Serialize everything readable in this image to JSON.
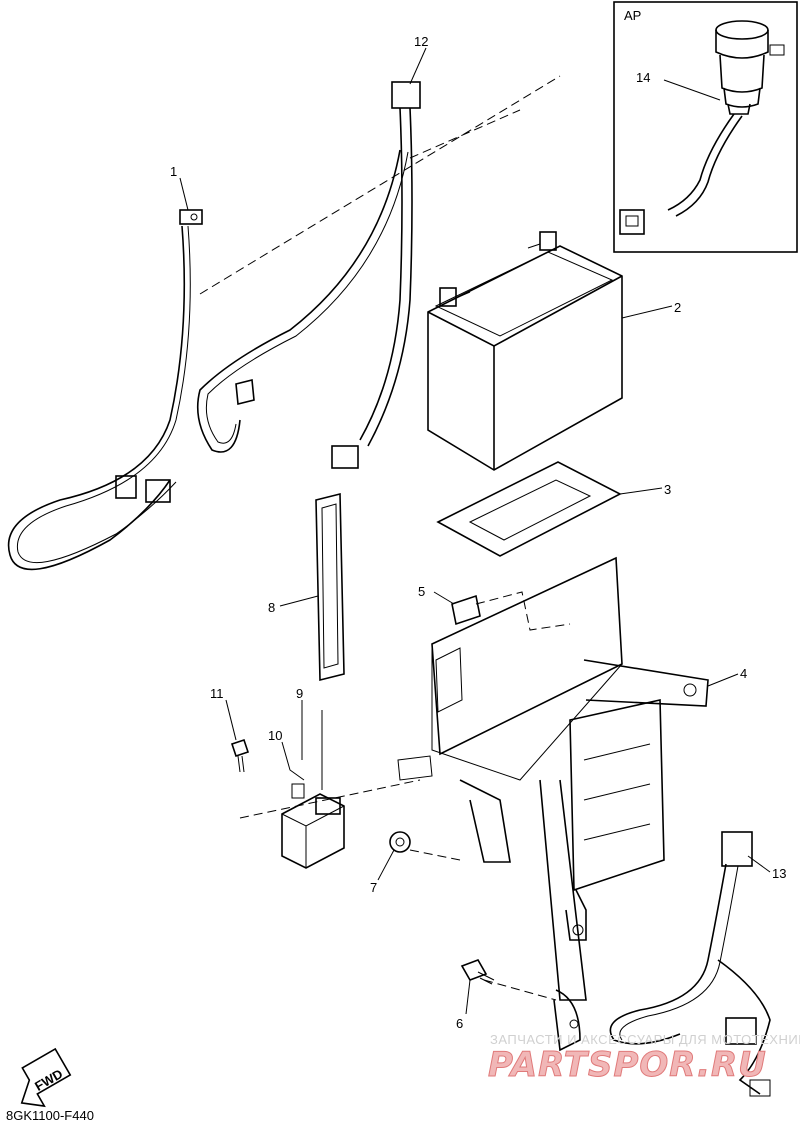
{
  "inset": {
    "label": "AP"
  },
  "callouts": [
    "1",
    "2",
    "3",
    "4",
    "5",
    "6",
    "7",
    "8",
    "9",
    "10",
    "11",
    "12",
    "13",
    "14"
  ],
  "fwd_label": "FWD",
  "diagram_code": "8GK1100-F440",
  "watermark": {
    "top": "ЗАПЧАСТИ И АКСЕССУАРЫ ДЛЯ МОТОТЕХНИКИ",
    "main": "PARTSPOR.RU"
  }
}
